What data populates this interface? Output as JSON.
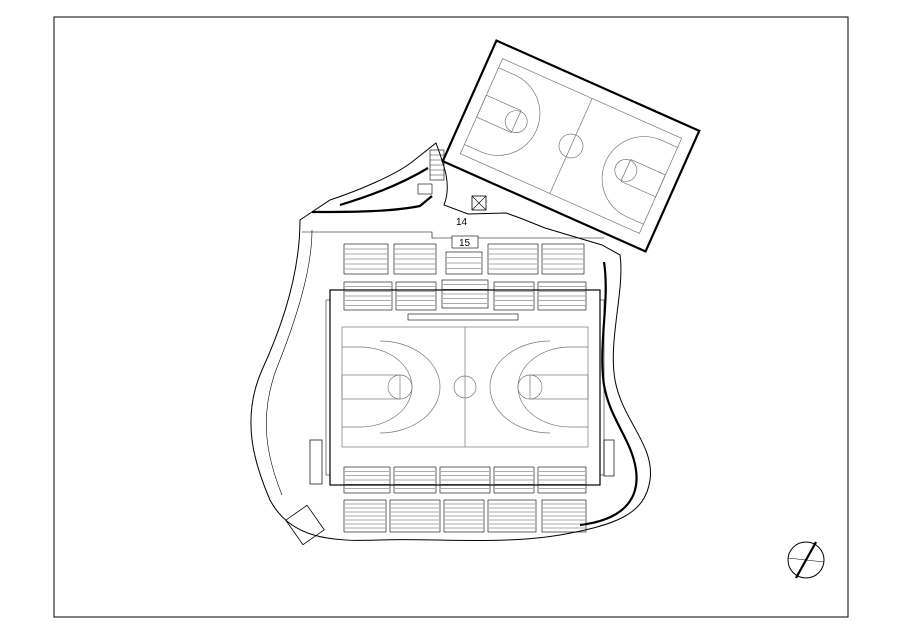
{
  "labels": {
    "room_14": "14",
    "room_15": "15"
  },
  "colors": {
    "line": "#000000",
    "court_line": "#777777",
    "background": "#ffffff"
  },
  "icons": {
    "north_arrow": "north-arrow-icon"
  },
  "seating": {
    "upper_block_rows": 6,
    "lower_block_rows": 6,
    "back_block_rows": 8
  }
}
